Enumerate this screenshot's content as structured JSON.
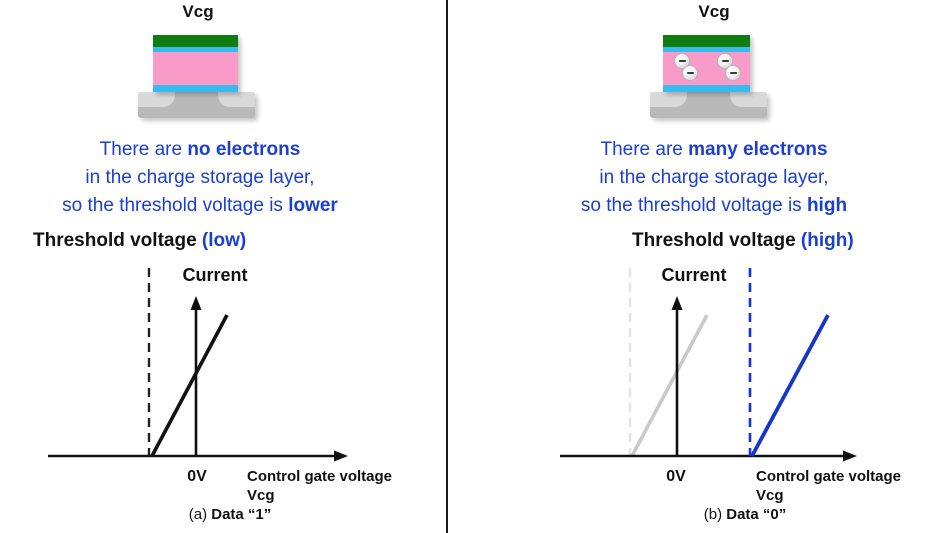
{
  "colors": {
    "text_blue": "#1b3fd0",
    "graph_blue": "#1535cd",
    "gate_green": "#0f7d0f",
    "oxide_cyan": "#38bbee",
    "storage_pink": "#f89bc8",
    "substrate_gray": "#b9b9b9",
    "substrate_light": "#d9d9d9",
    "ghost_gray": "#c9c9c9"
  },
  "panels": [
    {
      "vcg_label": "Vcg",
      "electron_count": 0,
      "desc": {
        "line1_pre": "There are ",
        "line1_bold": "no electrons",
        "line2": "in the charge storage layer,",
        "line3_pre": "so the threshold voltage is ",
        "line3_bold": "lower"
      },
      "threshold": {
        "label": "Threshold voltage ",
        "level": "(low)"
      },
      "graph": {
        "current_label": "Current",
        "zero_label": "0V",
        "xlabel_line1": "Control gate voltage",
        "xlabel_line2": "Vcg"
      },
      "caption": {
        "prefix": "(a) ",
        "bold": "Data “1”"
      }
    },
    {
      "vcg_label": "Vcg",
      "electron_count": 4,
      "desc": {
        "line1_pre": "There are ",
        "line1_bold": "many electrons",
        "line2": "in the charge storage layer,",
        "line3_pre": "so the threshold voltage is ",
        "line3_bold": "high"
      },
      "threshold": {
        "label": "Threshold voltage ",
        "level": "(high)"
      },
      "graph": {
        "current_label": "Current",
        "zero_label": "0V",
        "xlabel_line1": "Control gate voltage",
        "xlabel_line2": "Vcg"
      },
      "caption": {
        "prefix": "(b) ",
        "bold": "Data “0”"
      }
    }
  ]
}
